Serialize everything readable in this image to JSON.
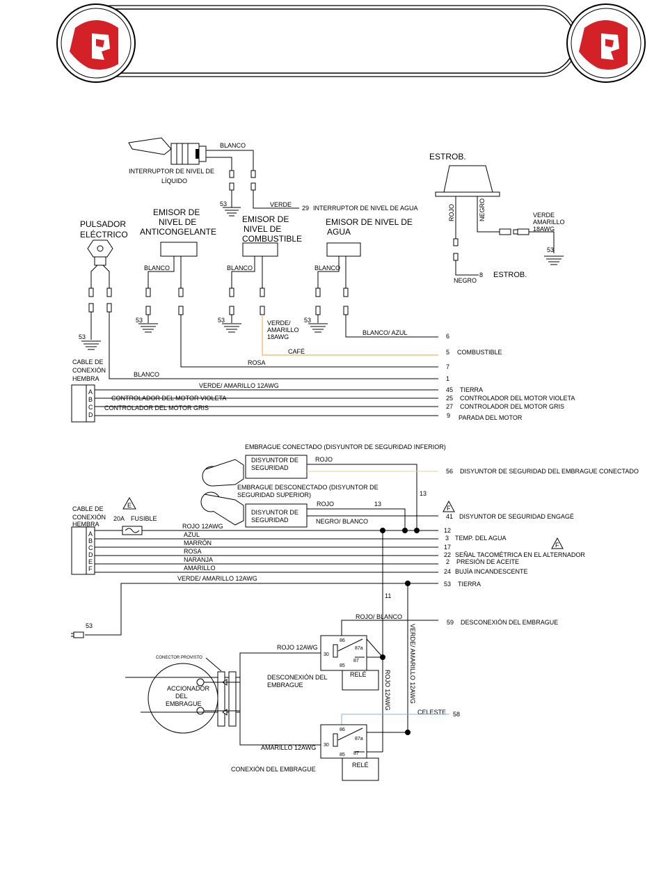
{
  "colors": {
    "accent_red": "#d42027",
    "wire": "#000000",
    "cafe_wire": "#e8a04c",
    "celeste_wire": "#7fb3e0",
    "tan_wire": "#e6cfa0"
  },
  "header": {
    "left_logo": "helmet-logo",
    "right_logo": "helmet-logo"
  },
  "top": {
    "float_switch": {
      "label1": "INTERRUPTOR DE NIVEL DE",
      "label2": "LÍQUIDO",
      "wire": "BLANCO",
      "ground": "53",
      "verde": "VERDE",
      "pin": "29",
      "desc": "INTERRUPTOR DE NIVEL DE AGUA"
    },
    "strobe": {
      "title": "ESTROB.",
      "rojo": "ROJO",
      "negro": "NEGRO",
      "verde1": "VERDE",
      "verde2": "AMARILLO",
      "verde3": "18AWG",
      "ground": "53",
      "negro2": "NEGRO",
      "pin": "8",
      "label": "ESTROB."
    },
    "pulsador": {
      "l1": "PULSADOR",
      "l2": "ELÉCTRICO",
      "ground": "53"
    },
    "anticongelante": {
      "l1": "EMISOR DE",
      "l2": "NIVEL DE",
      "l3": "ANTICONGELANTE",
      "wire": "BLANCO",
      "ground": "53"
    },
    "combustible": {
      "l1": "EMISOR DE",
      "l2": "NIVEL DE",
      "l3": "COMBUSTIBLE",
      "wire": "BLANCO",
      "ground": "53",
      "v1": "VERDE/",
      "v2": "AMARILLO",
      "v3": "18AWG"
    },
    "agua": {
      "l1": "EMISOR DE NIVEL DE",
      "l2": "AGUA",
      "wire": "BLANCO",
      "ground": "53"
    },
    "cable": {
      "l1": "CABLE DE",
      "l2": "CONEXIÓN",
      "l3": "HEMBRA",
      "ground": "53",
      "pins": [
        "A",
        "B",
        "C",
        "D"
      ]
    },
    "wires": [
      {
        "label": "BLANCO/ AZUL",
        "pin": "6",
        "desc": ""
      },
      {
        "label": "CAFÉ",
        "pin": "5",
        "desc": "COMBUSTIBLE"
      },
      {
        "label": "ROSA",
        "pin": "7",
        "desc": ""
      },
      {
        "label": "BLANCO",
        "pin": "1",
        "desc": ""
      },
      {
        "label": "VERDE/ AMARILLO 12AWG",
        "pin": "45",
        "desc": "TIERRA"
      },
      {
        "label": "CONTROLADOR DEL MOTOR VIOLETA",
        "pin": "25",
        "desc": "CONTROLADOR DEL MOTOR VIOLETA"
      },
      {
        "label": "CONTROLADOR DEL MOTOR GRIS",
        "pin": "27",
        "desc": "CONTROLADOR DEL MOTOR GRIS"
      },
      {
        "label": "",
        "pin": "9",
        "desc": "PARADA DEL MOTOR"
      }
    ]
  },
  "bottom": {
    "clutch_on_title": "EMBRAGUE CONECTADO (DISYUNTOR DE SEGURIDAD INFERIOR)",
    "clutch_off_title1": "EMBRAGUE DESCONECTADO (DISYUNTOR DE",
    "clutch_off_title2": "SEGURIDAD SUPERIOR)",
    "breaker1": "DISYUNTOR DE",
    "breaker2": "SEGURIDAD",
    "rojo": "ROJO",
    "rojo13": "13",
    "negro_blanco": "NEGRO/ BLANCO",
    "wire13": "13",
    "wire11": "11",
    "cable": {
      "l1": "CABLE DE",
      "l2": "CONEXIÓN",
      "l3": "HEMBRA",
      "pins": [
        "A",
        "B",
        "C",
        "D",
        "E",
        "F"
      ]
    },
    "fuse": {
      "rating": "20A",
      "label": "FUSIBLE",
      "tri": "E"
    },
    "tri_f": "F",
    "wires": [
      {
        "label": "",
        "pin": "56",
        "desc": "DISYUNTOR DE SEGURIDAD DEL EMBRAGUE CONECTADO"
      },
      {
        "label": "",
        "pin": "41",
        "desc": "DISYUNTOR DE SEGURIDAD ENGAGÉ"
      },
      {
        "label": "ROJO 12AWG",
        "pin": "12",
        "desc": ""
      },
      {
        "label": "AZUL",
        "pin": "3",
        "desc": "TEMP. DEL AGUA"
      },
      {
        "label": "MARRÓN",
        "pin": "17",
        "desc": ""
      },
      {
        "label": "ROSA",
        "pin": "22",
        "desc": "SEÑAL TACOMÉTRICA EN EL ALTERNADOR"
      },
      {
        "label": "NARANJA",
        "pin": "2",
        "desc": "PRESIÓN DE ACEITE"
      },
      {
        "label": "AMARILLO",
        "pin": "24",
        "desc": "BUJÍA INCANDESCENTE"
      },
      {
        "label": "VERDE/ AMARILLO 12AWG",
        "pin": "53",
        "desc": "TIERRA"
      },
      {
        "label": "ROJO/ BLANCO",
        "pin": "59",
        "desc": "DESCONEXIÓN DEL EMBRAGUE"
      },
      {
        "label": "CELESTE",
        "pin": "58",
        "desc": ""
      }
    ],
    "ground_conn": "53",
    "vert_verde": "VERDE/ AMARILLO 12AWG",
    "vert_rojo": "ROJO 12AWG",
    "rojo_relay": "ROJO 12AWG",
    "amarillo_relay": "AMARILLO 12AWG",
    "connector": "CONECTOR PROVISTO",
    "actuator1": "ACCIONADOR",
    "actuator2": "DEL",
    "actuator3": "EMBRAGUE",
    "relay_pins": {
      "p86": "86",
      "p87a": "87a",
      "p87": "87",
      "p30": "30",
      "p85": "85"
    },
    "rele": "RELÉ",
    "desc1": "DESCONEXIÓN DEL",
    "desc2": "EMBRAGUE",
    "conexion": "CONEXIÓN DEL EMBRAGUE"
  }
}
